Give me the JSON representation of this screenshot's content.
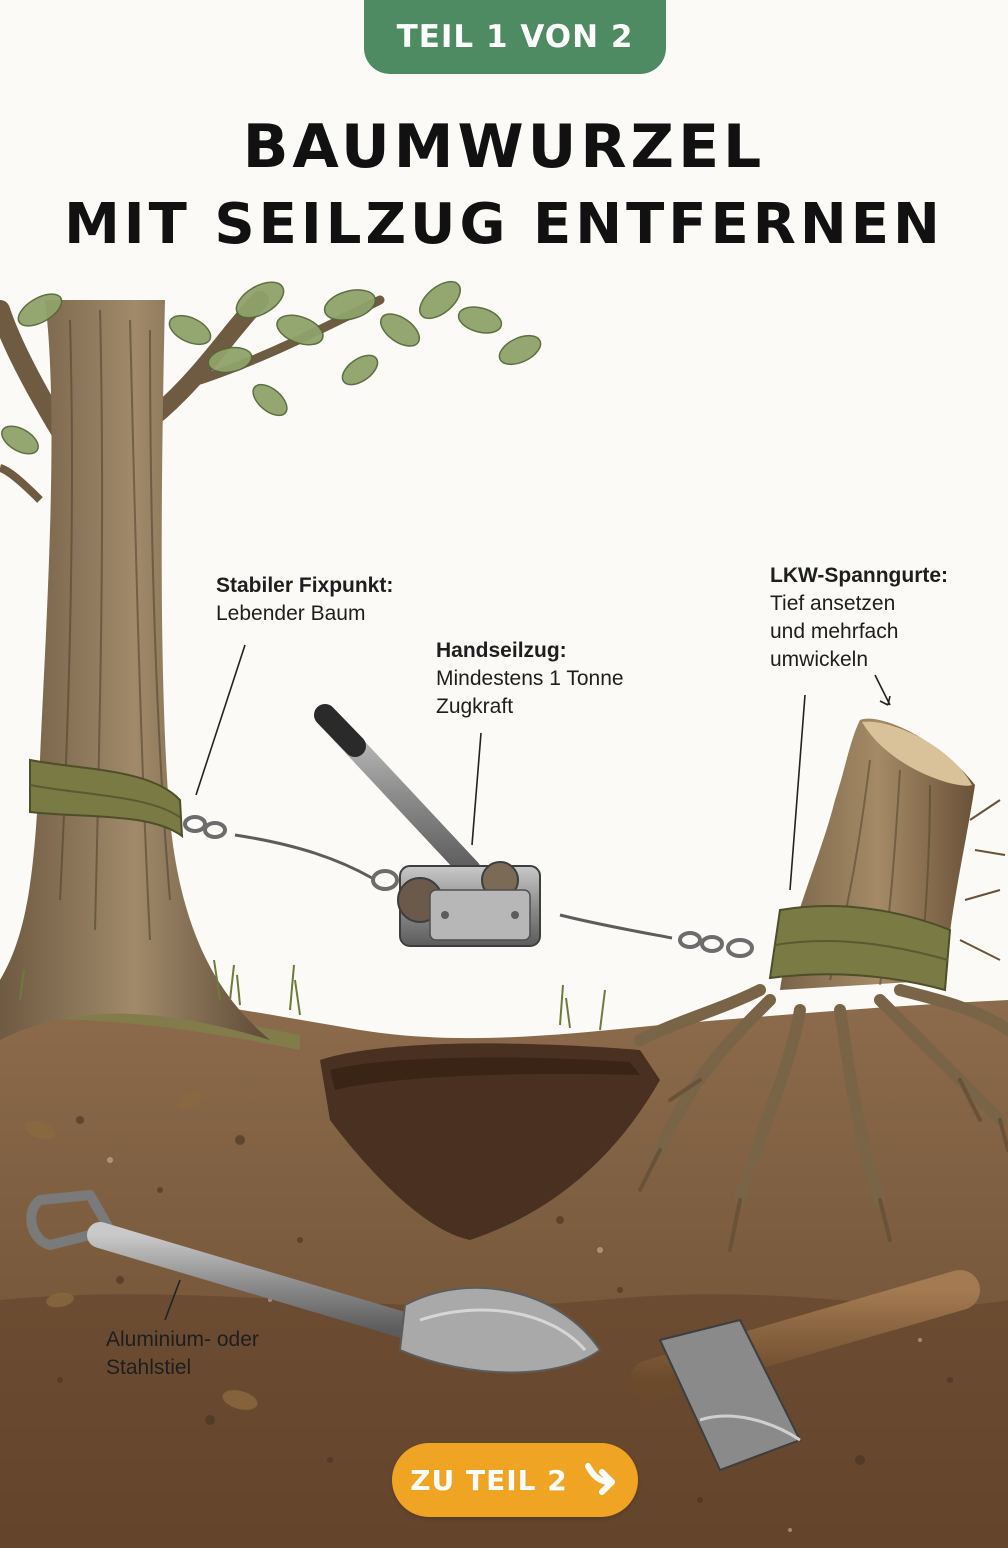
{
  "badge": "TEIL 1 VON 2",
  "title": {
    "line1": "BAUMWURZEL",
    "line2": "MIT SEILZUG ENTFERNEN"
  },
  "labels": {
    "fixpunkt": {
      "head": "Stabiler Fixpunkt:",
      "body": "Lebender Baum"
    },
    "seilzug": {
      "head": "Handseilzug:",
      "body": [
        "Mindestens 1 Tonne",
        "Zugkraft"
      ]
    },
    "gurte": {
      "head": "LKW-Spanngurte:",
      "body": [
        "Tief ansetzen",
        "und mehrfach",
        "umwickeln"
      ]
    },
    "stiel": {
      "body": [
        "Aluminium- oder",
        "Stahlstiel"
      ]
    }
  },
  "cta": {
    "label": "ZU TEIL 2",
    "icon": "arrow-down-right-icon"
  },
  "colors": {
    "badge": "#4e8a62",
    "cta": "#f0a424",
    "strap": "#7a7a45",
    "soil": "#7a5a3e"
  }
}
